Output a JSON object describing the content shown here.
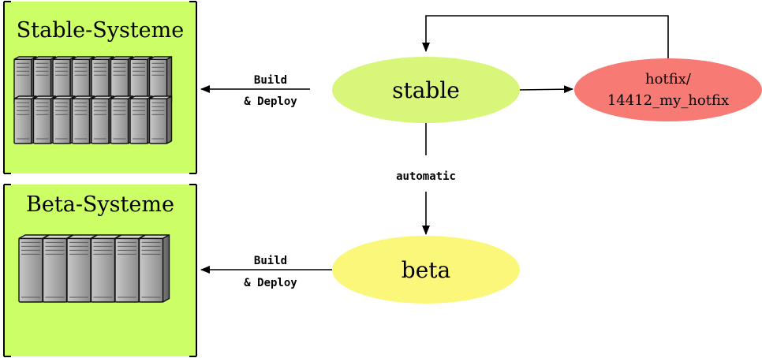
{
  "systems": {
    "stable": {
      "title": "Stable-Systeme",
      "server_count": 16
    },
    "beta": {
      "title": "Beta-Systeme",
      "server_count": 6
    }
  },
  "nodes": {
    "stable": {
      "label": "stable",
      "color": "#d8f67a"
    },
    "beta": {
      "label": "beta",
      "color": "#fbf77a"
    },
    "hotfix": {
      "label_line1": "hotfix/",
      "label_line2": "14412_my_hotfix",
      "color": "#f77b74"
    }
  },
  "edges": {
    "stable_build": {
      "line1": "Build",
      "line2": "& Deploy"
    },
    "beta_build": {
      "line1": "Build",
      "line2": "& Deploy"
    },
    "automatic": {
      "label": "automatic"
    }
  },
  "colors": {
    "system_box_fill": "#ccff66",
    "outline": "#000000",
    "server_body": "#9a9a9a"
  }
}
